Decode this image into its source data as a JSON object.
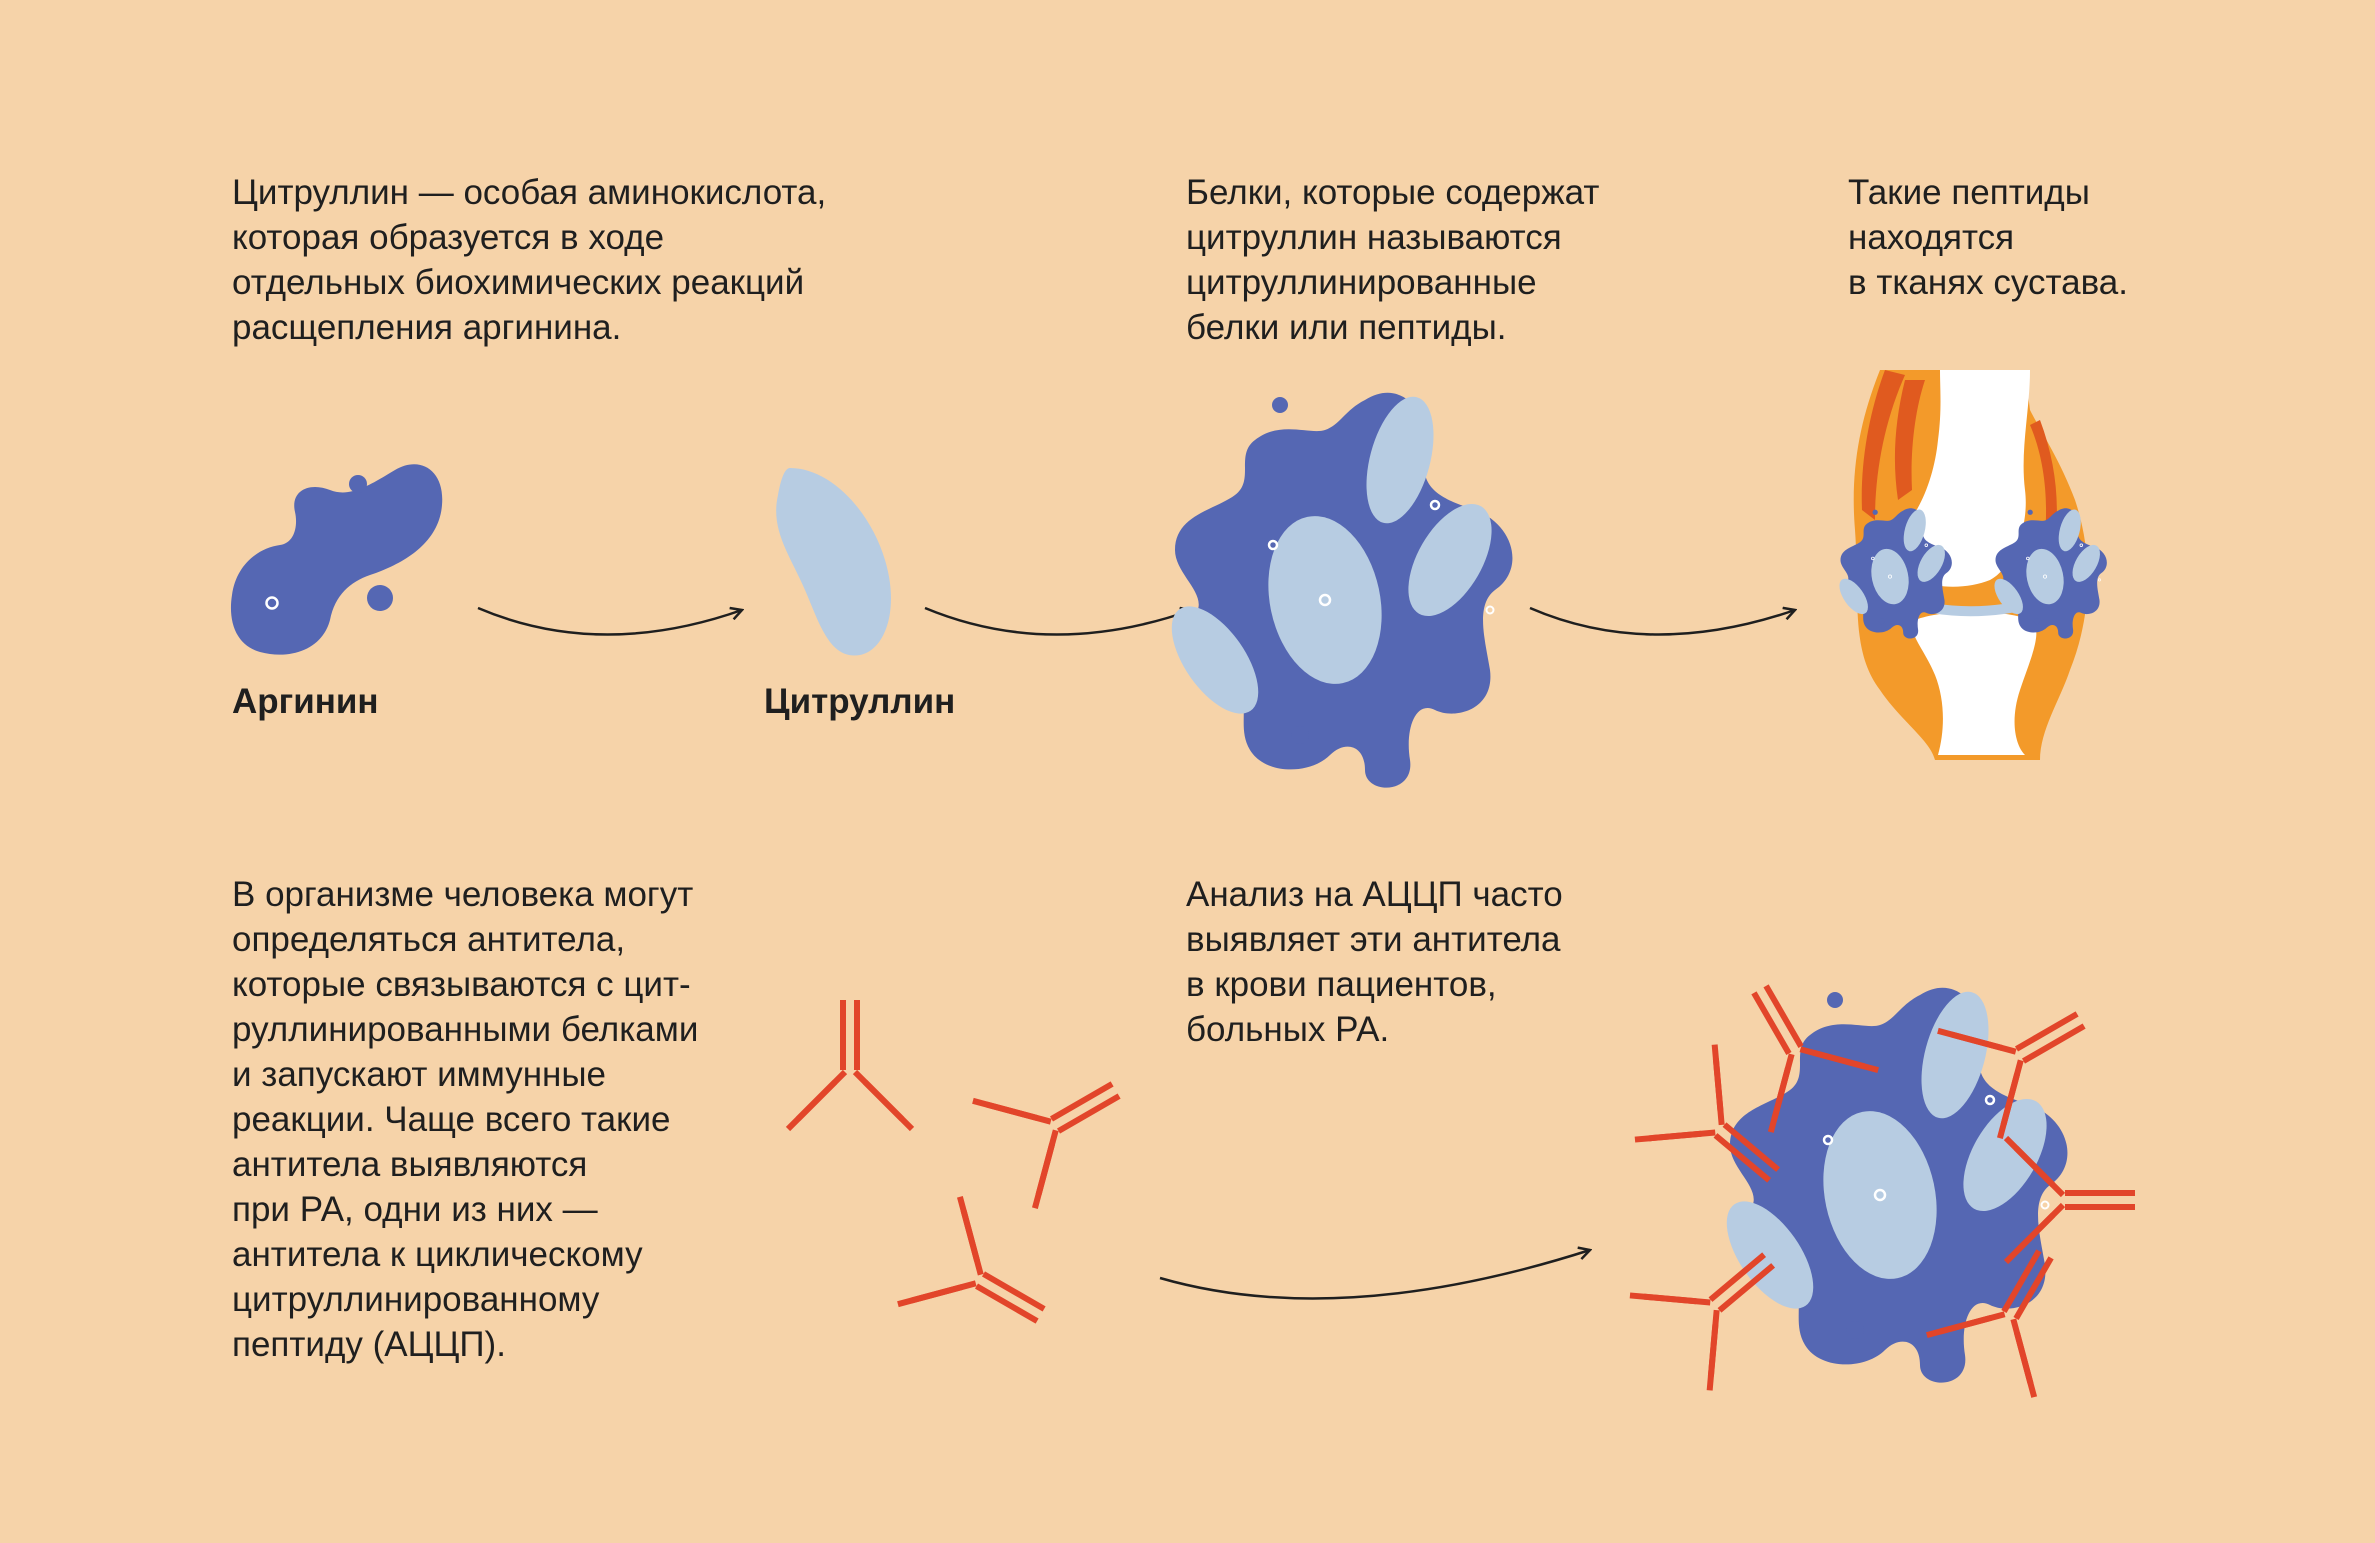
{
  "texts": {
    "citrulline_def": "Цитруллин — особая аминокислота,\nкоторая образуется в ходе\nотдельных биохимических реакций\nрасщепления аргинина.",
    "proteins_def": "Белки, которые содержат\nцитруллин называются\nцитруллинированные\nбелки или пептиды.",
    "location": "Такие пептиды\nнаходятся\nв тканях сустава.",
    "antibodies": "В организме человека могут\nопределяться антитела,\nкоторые связываются с цит-\nруллинированными белками\nи запускают иммунные\nреакции. Чаще всего такие\nантитела выявляются\nпри РА, одни из них —\nантитела к циклическому\nцитруллинированному\nпептиду (АЦЦП).",
    "test": "Анализ на АЦЦП часто\nвыявляет эти антитела\nв крови пациентов,\nбольных РА."
  },
  "labels": {
    "arginine": "Аргинин",
    "citrulline": "Цитруллин"
  },
  "colors": {
    "background": "#f6d3a9",
    "protein_blue": "#5567b3",
    "light_blue": "#b7cce2",
    "antibody_red": "#e2452a",
    "bone": "#ffffff",
    "tissue_orange": "#f39a2a",
    "muscle_red": "#e05a1f"
  }
}
